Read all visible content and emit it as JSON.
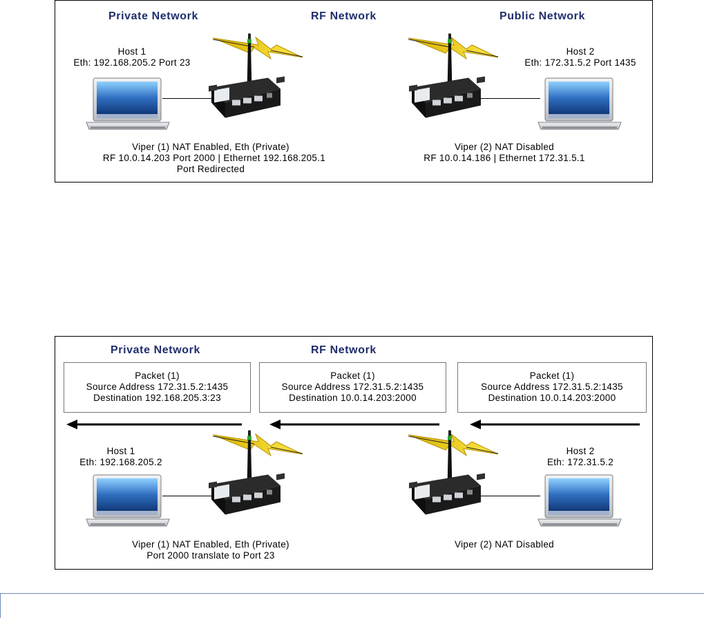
{
  "diagram_top": {
    "headers": {
      "private": "Private Network",
      "rf": "RF Network",
      "public": "Public Network"
    },
    "host1": {
      "title": "Host 1",
      "eth": "Eth: 192.168.205.2 Port 23"
    },
    "host2": {
      "title": "Host 2",
      "eth": "Eth: 172.31.5.2 Port 1435"
    },
    "viper1": {
      "line1": "Viper (1) NAT Enabled, Eth (Private)",
      "line2": "RF 10.0.14.203 Port 2000 | Ethernet 192.168.205.1",
      "line3": "Port Redirected"
    },
    "viper2": {
      "line1": "Viper (2) NAT Disabled",
      "line2": "RF 10.0.14.186 | Ethernet 172.31.5.1"
    }
  },
  "diagram_bottom": {
    "headers": {
      "private": "Private Network",
      "rf": "RF Network"
    },
    "packets": [
      {
        "title": "Packet (1)",
        "source": "Source Address 172.31.5.2:1435",
        "dest": "Destination 192.168.205.3:23"
      },
      {
        "title": "Packet (1)",
        "source": "Source Address 172.31.5.2:1435",
        "dest": "Destination 10.0.14.203:2000"
      },
      {
        "title": "Packet (1)",
        "source": "Source Address 172.31.5.2:1435",
        "dest": "Destination 10.0.14.203:2000"
      }
    ],
    "host1": {
      "title": "Host 1",
      "eth": "Eth: 192.168.205.2"
    },
    "host2": {
      "title": "Host 2",
      "eth": "Eth: 172.31.5.2"
    },
    "viper1": {
      "line1": "Viper (1) NAT Enabled, Eth (Private)",
      "line2": "Port 2000 translate to Port 23"
    },
    "viper2": {
      "line1": "Viper (2) NAT Disabled"
    }
  },
  "colors": {
    "header": "#1f2d6b",
    "lightning": "#f4d21a",
    "screen": "#2f6fc0",
    "page_rule": "#6b8bb8"
  },
  "icons": [
    "laptop-icon",
    "radio-modem-icon",
    "lightning-bolt-icon",
    "arrow-left-icon"
  ]
}
